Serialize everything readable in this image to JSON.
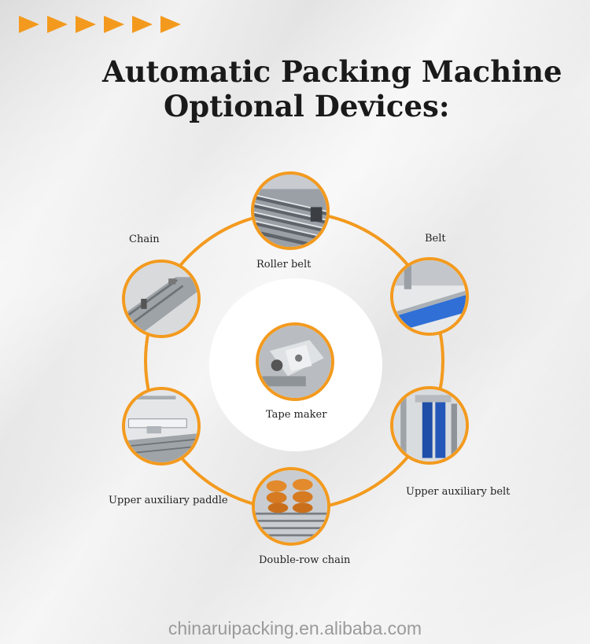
{
  "title": {
    "line1": "Automatic Packing Machine",
    "line2": "Optional Devices:"
  },
  "accent_color": "#f39a1e",
  "devices": {
    "roller_belt": "Roller belt",
    "chain": "Chain",
    "belt": "Belt",
    "tape_maker": "Tape maker",
    "upper_auxiliary_paddle": "Upper auxiliary paddle",
    "upper_auxiliary_belt": "Upper auxiliary belt",
    "double_row_chain": "Double-row chain"
  },
  "footer": "chinaruipacking.en.alibaba.com"
}
